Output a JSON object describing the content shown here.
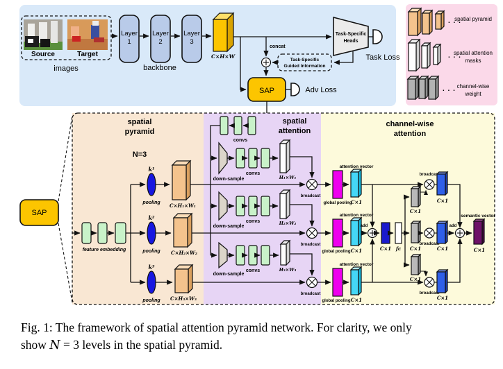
{
  "colors": {
    "top_bg": "#d9e9f9",
    "legend_bg": "#fbd9e9",
    "pyramid_bg": "#f9e7d3",
    "attention_bg": "#e7d5f5",
    "channel_bg": "#fdfadb",
    "gold": "#fcc500",
    "layer_box": "#b9cbe9",
    "green_box": "#c9f2c9",
    "pool_blue": "#1717e0",
    "magenta": "#ee00ee",
    "cyan": "#45d7f7",
    "dark_blue": "#1a1acd",
    "royal_blue": "#2f5fe8",
    "gray_slab": "#b3b3b3",
    "semantic_purple": "#6e1168",
    "orange_slab": "#f4c38d"
  },
  "top": {
    "source_label": "Source",
    "target_label": "Target",
    "images_caption": "images",
    "layers": [
      {
        "word": "Layer",
        "num": "1"
      },
      {
        "word": "Layer",
        "num": "2"
      },
      {
        "word": "Layer",
        "num": "3"
      }
    ],
    "backbone_caption": "backbone",
    "feature_dims": "C×H×W",
    "concat_label": "concat",
    "heads_l1": "Task-Specific",
    "heads_l2": "Heads",
    "task_loss": "Task Loss",
    "guided_l1": "Task-Specific",
    "guided_l2": "Guided Information",
    "sap": "SAP",
    "adv_loss": "Adv Loss"
  },
  "legend": {
    "dots": ". . .",
    "item1": "spatial pyramid",
    "item2_l1": "spatial attention",
    "item2_l2": "masks",
    "item3_l1": "channel-wise",
    "item3_l2": "weight"
  },
  "pyramid": {
    "title_l1": "spatial",
    "title_l2": "pyramid",
    "n_label": "N=3",
    "sap": "SAP",
    "feature_embedding": "feature embedding",
    "pooling": "pooling",
    "k": [
      "k¹",
      "k²",
      "k³"
    ],
    "dims": [
      "C×H₁×W₁",
      "C×H₂×W₂",
      "C×H₃×W₃"
    ]
  },
  "attention": {
    "title_l1": "spatial",
    "title_l2": "attention",
    "convs": "convs",
    "downsample": "down-sample",
    "masks": [
      "H₁×W₁",
      "H₂×W₂",
      "H₃×W₃"
    ],
    "broadcast": "broadcast"
  },
  "channel": {
    "title_l1": "channel-wise",
    "title_l2": "attention",
    "global_pooling": "global pooling",
    "attention_vector": "attention vector",
    "cx1": "C×1",
    "add": "add",
    "fc": "fc",
    "broadcast": "broadcast",
    "semantic_vector": "semantic vector"
  },
  "caption": {
    "line1": "Fig. 1: The framework of spatial attention pyramid network. For clarity, we only",
    "line2_pre": "show ",
    "line2_n": "N",
    "line2_post": " = 3 levels in the spatial pyramid."
  }
}
